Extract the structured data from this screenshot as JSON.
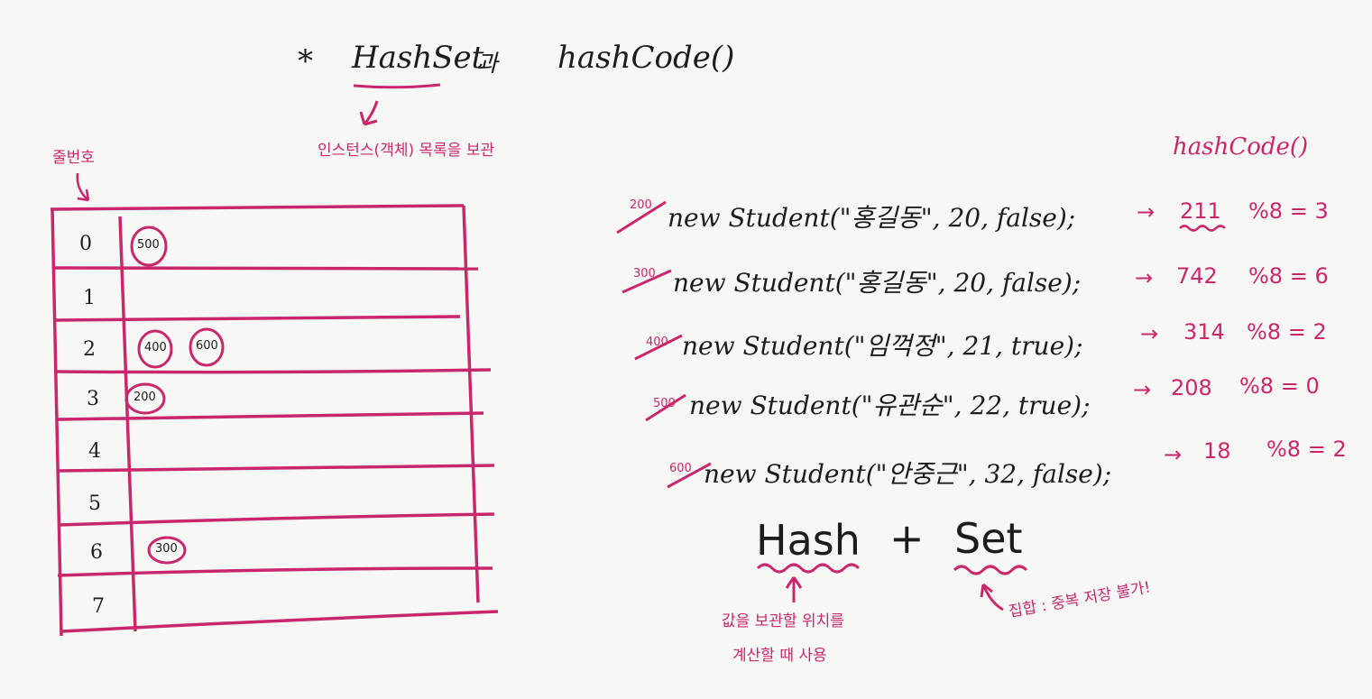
{
  "title": {
    "star": "*",
    "hashset": "HashSet",
    "and": "과",
    "hashcode": "hashCode()"
  },
  "labels": {
    "instance_note": "인스턴스(객체) 목록을 보관",
    "row_number": "줄번호",
    "hashcode_header": "hashCode()"
  },
  "table": {
    "rows": [
      {
        "index": "0",
        "items": [
          "500"
        ]
      },
      {
        "index": "1",
        "items": []
      },
      {
        "index": "2",
        "items": [
          "400",
          "600"
        ]
      },
      {
        "index": "3",
        "items": [
          "200"
        ]
      },
      {
        "index": "4",
        "items": []
      },
      {
        "index": "5",
        "items": []
      },
      {
        "index": "6",
        "items": [
          "300"
        ]
      },
      {
        "index": "7",
        "items": []
      }
    ]
  },
  "statements": [
    {
      "addr": "200",
      "code": "new Student(\"홍길동\", 20, false);",
      "hash": "211",
      "mod": "%8 = 3"
    },
    {
      "addr": "300",
      "code": "new Student(\"홍길동\", 20, false);",
      "hash": "742",
      "mod": "%8 = 6"
    },
    {
      "addr": "400",
      "code": "new Student(\"임꺽정\", 21, true);",
      "hash": "314",
      "mod": "%8 = 2"
    },
    {
      "addr": "500",
      "code": "new Student(\"유관순\", 22, true);",
      "hash": "208",
      "mod": "%8 = 0"
    },
    {
      "addr": "600",
      "code": "new Student(\"안중근\", 32, false);",
      "hash": "18",
      "mod": "%8 = 2"
    }
  ],
  "bottom": {
    "hash": "Hash",
    "plus": "+",
    "set": "Set",
    "hash_note_1": "값을 보관할 위치를",
    "hash_note_2": "계산할 때 사용",
    "set_note": "집합 : 중복 저장 불가!"
  },
  "colors": {
    "ink": "#1c1c1c",
    "accent": "#c8286b",
    "background": "#f7f7f6"
  }
}
